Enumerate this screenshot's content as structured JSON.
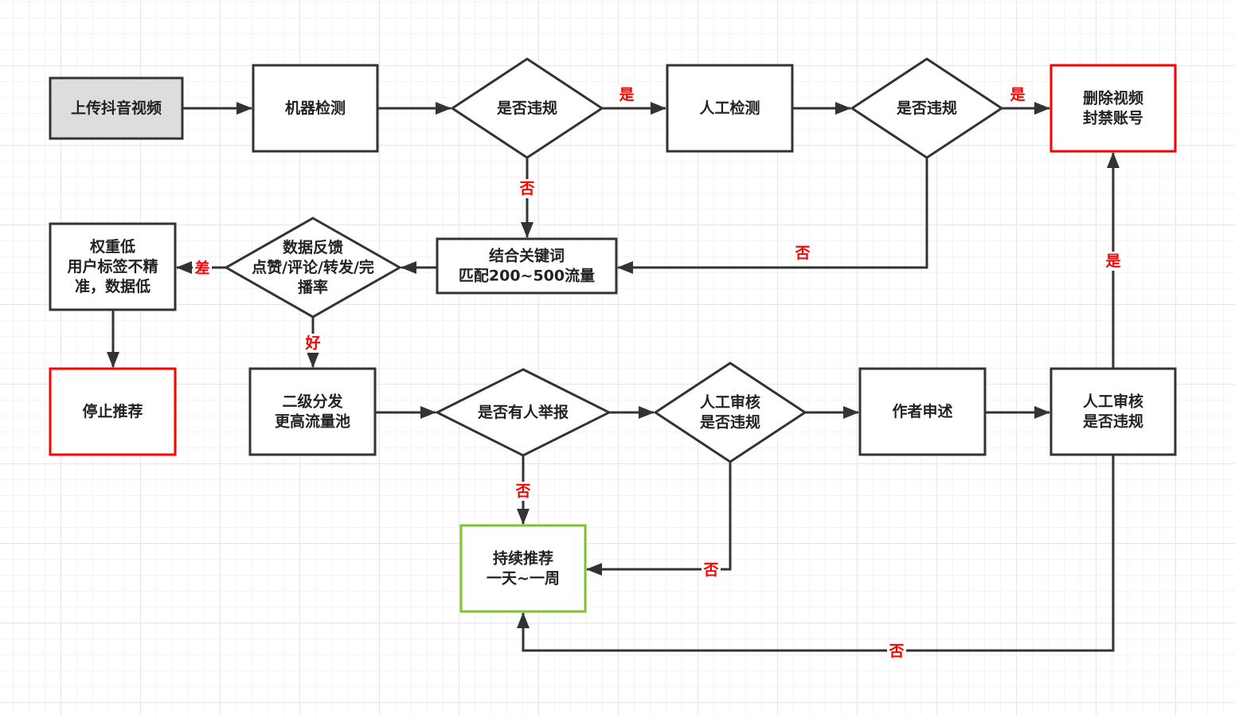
{
  "colors": {
    "stroke": "#333333",
    "start_fill": "#dddddd",
    "node_fill": "#ffffff",
    "terminal_red": "#ff0000",
    "terminal_green": "#7ec32d",
    "edge_label": "#ff0000"
  },
  "nodes": {
    "upload": {
      "label": "上传抖音视频",
      "shape": "process",
      "style": "start"
    },
    "machine_check": {
      "label": "机器检测",
      "shape": "process"
    },
    "violation_1": {
      "label": "是否违规",
      "shape": "decision"
    },
    "manual_check": {
      "label": "人工检测",
      "shape": "process"
    },
    "violation_2": {
      "label": "是否违规",
      "shape": "decision"
    },
    "delete_ban": {
      "label": "删除视频\n封禁账号",
      "shape": "process",
      "style": "terminal-red"
    },
    "keyword_match": {
      "label": "结合关键词\n匹配200~500流量",
      "shape": "process"
    },
    "data_feedback": {
      "label": "数据反馈\n点赞/评论/转发/完\n播率",
      "shape": "decision"
    },
    "low_weight": {
      "label": "权重低\n用户标签不精\n准，数据低",
      "shape": "process"
    },
    "stop_recommend": {
      "label": "停止推荐",
      "shape": "process",
      "style": "terminal-red"
    },
    "secondary_dist": {
      "label": "二级分发\n更高流量池",
      "shape": "process"
    },
    "reported": {
      "label": "是否有人举报",
      "shape": "decision"
    },
    "manual_review_1": {
      "label": "人工审核\n是否违规",
      "shape": "decision"
    },
    "author_appeal": {
      "label": "作者申述",
      "shape": "process"
    },
    "manual_review_2": {
      "label": "人工审核\n是否违规",
      "shape": "process"
    },
    "keep_recommend": {
      "label": "持续推荐\n一天~一周",
      "shape": "process",
      "style": "terminal-green"
    }
  },
  "edges": [
    {
      "id": "upload-to-machine",
      "from": "upload",
      "to": "machine_check",
      "label": ""
    },
    {
      "id": "machine-to-violation1",
      "from": "machine_check",
      "to": "violation_1",
      "label": ""
    },
    {
      "id": "violation1-to-manual",
      "from": "violation_1",
      "to": "manual_check",
      "label": "是"
    },
    {
      "id": "violation1-to-keyword",
      "from": "violation_1",
      "to": "keyword_match",
      "label": "否"
    },
    {
      "id": "manual-to-violation2",
      "from": "manual_check",
      "to": "violation_2",
      "label": ""
    },
    {
      "id": "violation2-to-delete",
      "from": "violation_2",
      "to": "delete_ban",
      "label": "是"
    },
    {
      "id": "violation2-to-keyword",
      "from": "violation_2",
      "to": "keyword_match",
      "label": "否"
    },
    {
      "id": "keyword-to-feedback",
      "from": "keyword_match",
      "to": "data_feedback",
      "label": ""
    },
    {
      "id": "feedback-to-low",
      "from": "data_feedback",
      "to": "low_weight",
      "label": "差"
    },
    {
      "id": "feedback-to-secondary",
      "from": "data_feedback",
      "to": "secondary_dist",
      "label": "好"
    },
    {
      "id": "low-to-stop",
      "from": "low_weight",
      "to": "stop_recommend",
      "label": ""
    },
    {
      "id": "secondary-to-reported",
      "from": "secondary_dist",
      "to": "reported",
      "label": ""
    },
    {
      "id": "reported-to-review1",
      "from": "reported",
      "to": "manual_review_1",
      "label": ""
    },
    {
      "id": "reported-to-keep",
      "from": "reported",
      "to": "keep_recommend",
      "label": "否"
    },
    {
      "id": "review1-to-appeal",
      "from": "manual_review_1",
      "to": "author_appeal",
      "label": ""
    },
    {
      "id": "review1-to-keep",
      "from": "manual_review_1",
      "to": "keep_recommend",
      "label": "否"
    },
    {
      "id": "appeal-to-review2",
      "from": "author_appeal",
      "to": "manual_review_2",
      "label": ""
    },
    {
      "id": "review2-to-delete",
      "from": "manual_review_2",
      "to": "delete_ban",
      "label": "是"
    },
    {
      "id": "review2-to-keep",
      "from": "manual_review_2",
      "to": "keep_recommend",
      "label": "否"
    }
  ]
}
